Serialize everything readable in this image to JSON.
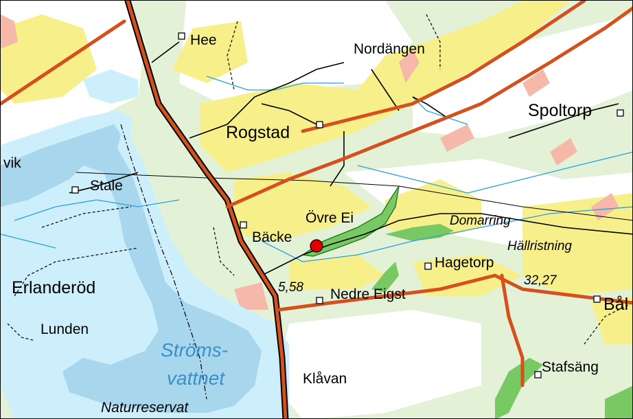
{
  "colors": {
    "land_white": "#ffffff",
    "field_yellow": "#f7ef8a",
    "forest_green": "#e3f2d6",
    "water_light": "#cdeffb",
    "water_blue": "#a8d6ec",
    "reserve_green": "#78c864",
    "marker_red": "#e00000",
    "road_orange": "#d4501e",
    "cliff_pink": "#f6b8a8"
  },
  "labels": {
    "hee": "Hee",
    "nordangen": "Nordängen",
    "spoltorp": "Spoltorp",
    "rogstad": "Rogstad",
    "vik": "vik",
    "stale": "Stale",
    "ovre_eigst": "Övre Ei",
    "backe": "Bäcke",
    "domarring": "Domarring",
    "hallristning": "Hällristning",
    "hagetorp": "Hagetorp",
    "erlanderod": "Erlanderöd",
    "elev_558": "5,58",
    "nedre_eigst": "Nedre Eigst",
    "elev_3227": "32,27",
    "bal": "Bål",
    "lunden": "Lunden",
    "stromsvattnet_1": "Ströms-",
    "stromsvattnet_2": "vattnet",
    "klavan": "Klåvan",
    "stafsang": "Stafsäng",
    "naturreservat": "Naturreservat"
  },
  "markers": {
    "site_marker": "red-location-dot"
  }
}
